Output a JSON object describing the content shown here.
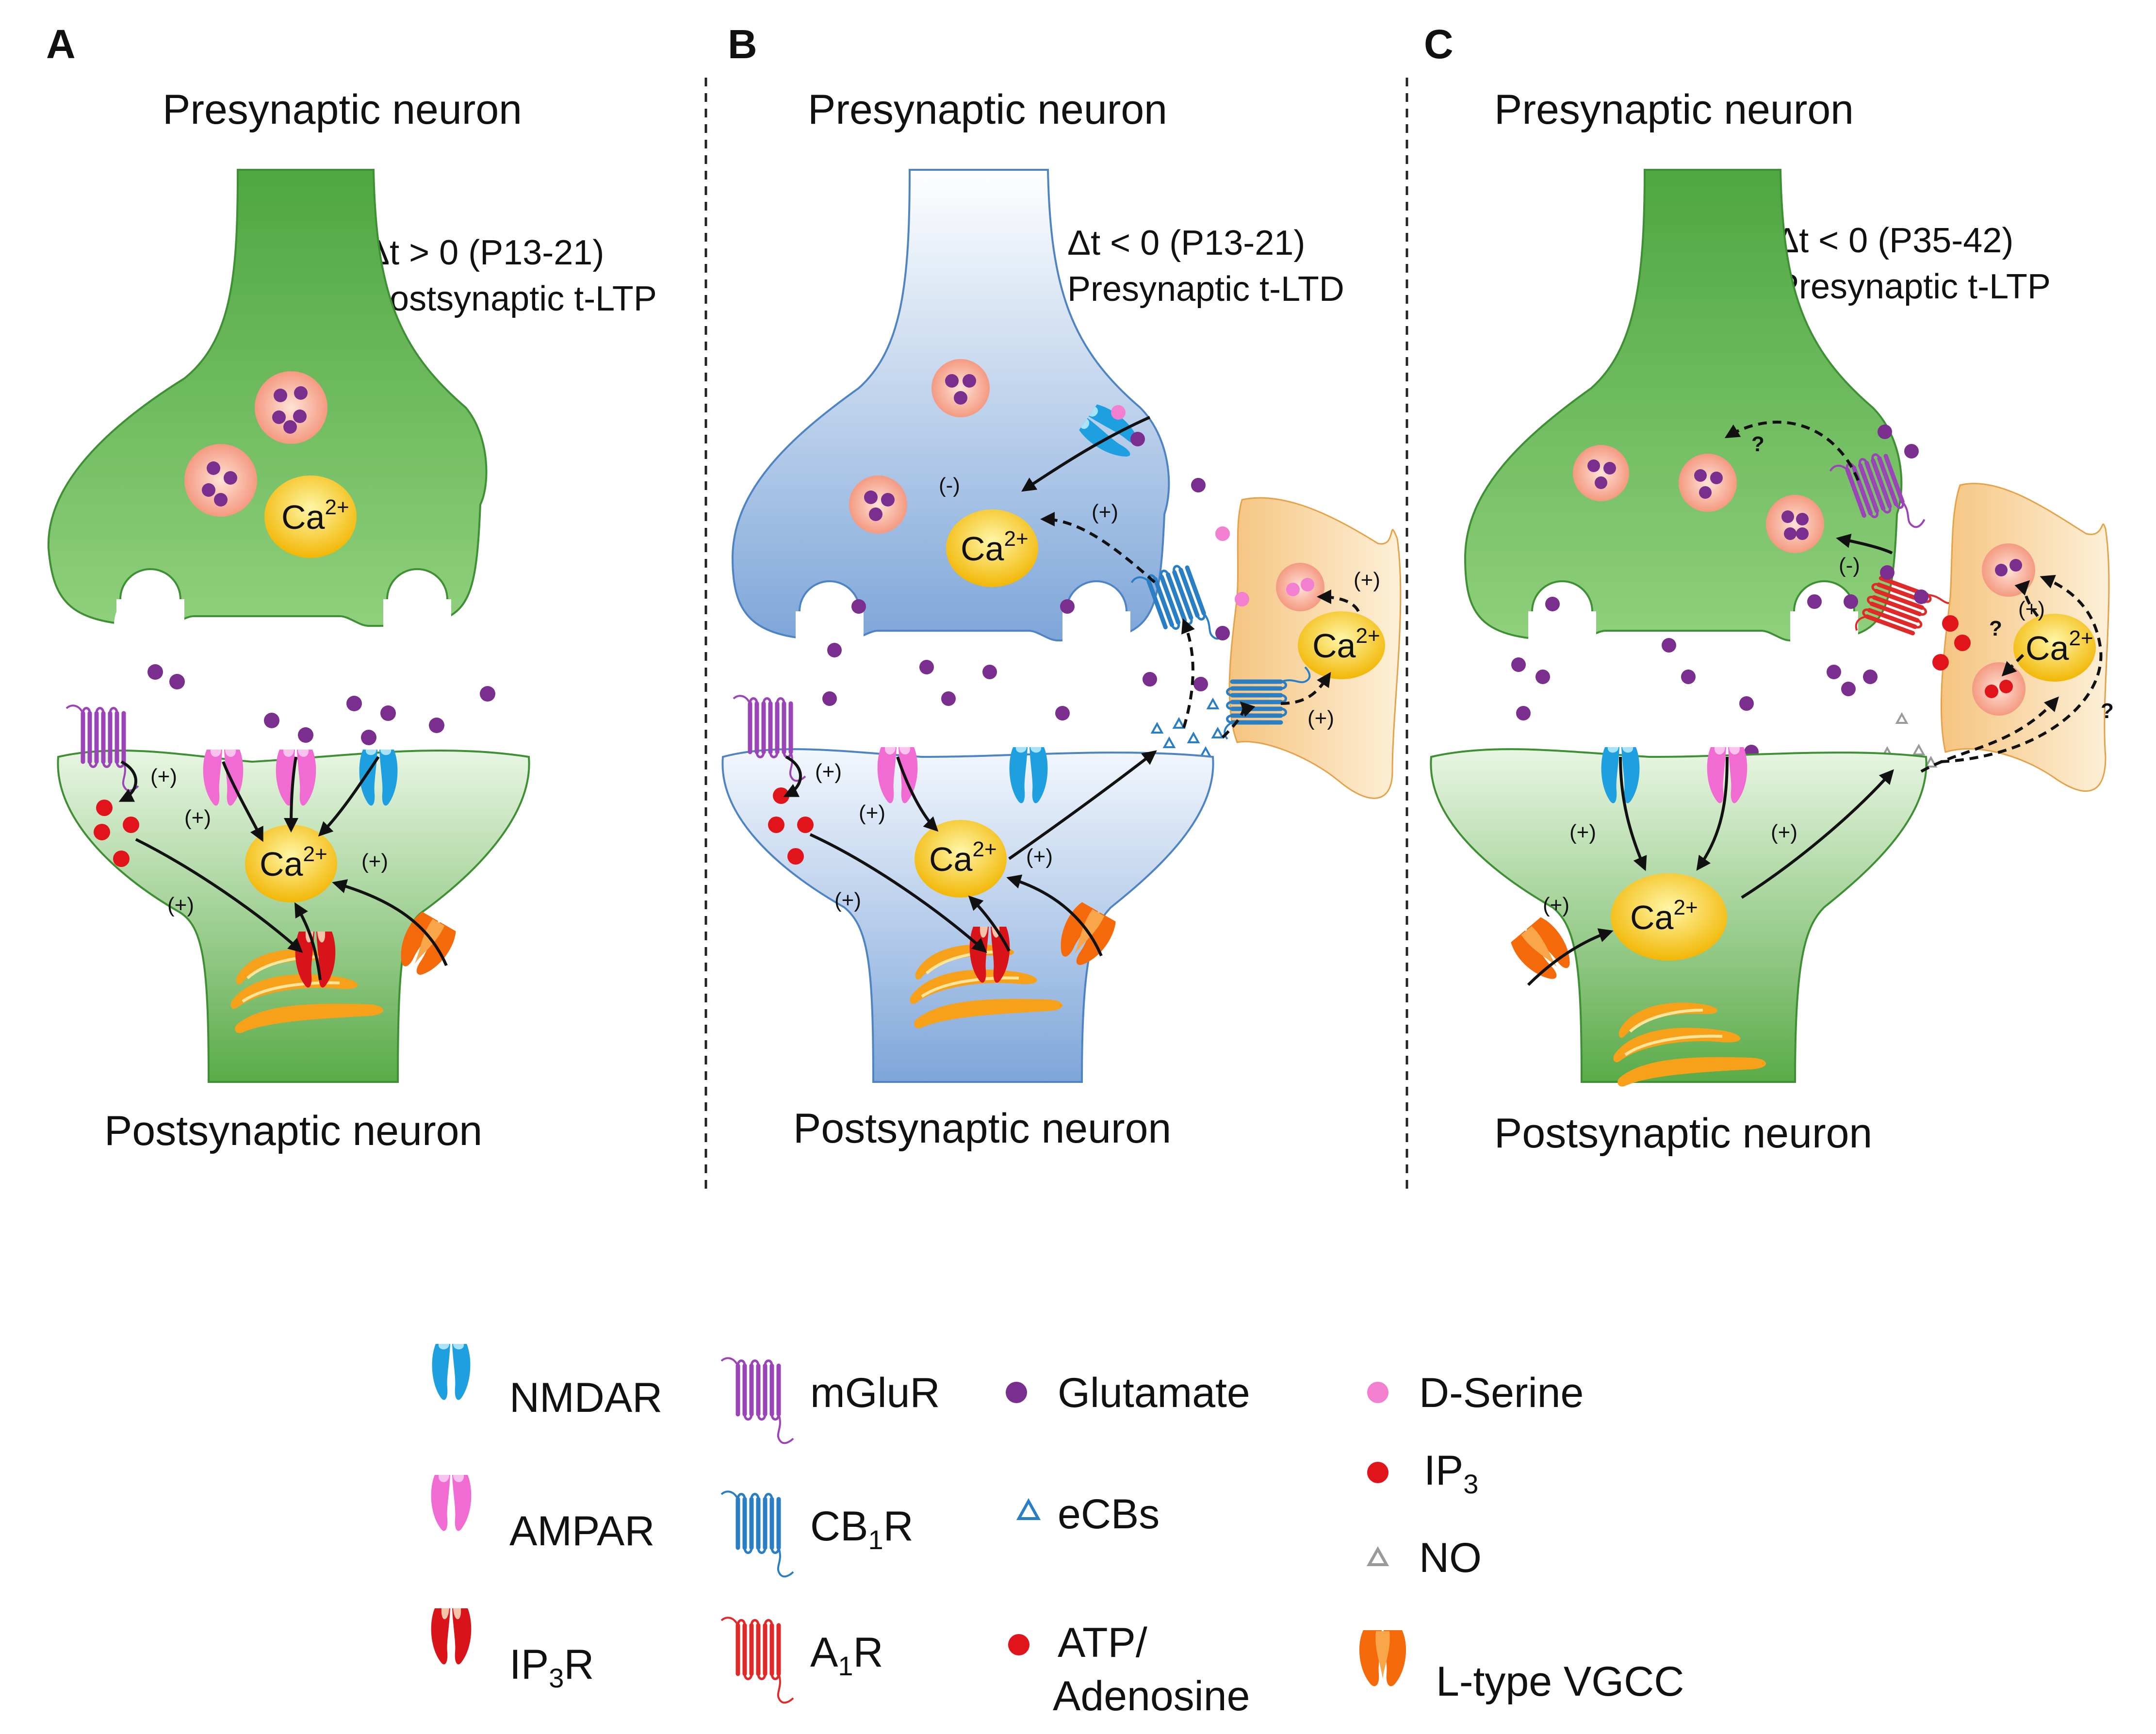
{
  "figure": {
    "panels": [
      {
        "letter": "A",
        "pre_label": "Presynaptic neuron",
        "post_label": "Postsynaptic neuron",
        "condition": "Δt > 0 (P13-21)",
        "mechanism": "Postsynaptic t-LTP"
      },
      {
        "letter": "B",
        "pre_label": "Presynaptic neuron",
        "post_label": "Postsynaptic neuron",
        "condition": "Δt < 0 (P13-21)",
        "mechanism": "Presynaptic t-LTD"
      },
      {
        "letter": "C",
        "pre_label": "Presynaptic neuron",
        "post_label": "Postsynaptic neuron",
        "condition": "Δt < 0 (P35-42)",
        "mechanism": "Presynaptic t-LTP"
      }
    ],
    "calcium": "Ca",
    "calcium_charge": "2+",
    "plus": "(+)",
    "minus": "(-)",
    "question": "?"
  },
  "legend": {
    "nmdar": "NMDAR",
    "ampar": "AMPAR",
    "ip3r_main": "IP",
    "ip3r_sub": "3",
    "ip3r_tail": "R",
    "mglur": "mGluR",
    "cb1r_main": "CB",
    "cb1r_sub": "1",
    "cb1r_tail": "R",
    "a1r_main": "A",
    "a1r_sub": "1",
    "a1r_tail": "R",
    "glutamate": "Glutamate",
    "ecbs": "eCBs",
    "atp_line1": "ATP/",
    "atp_line2": "Adenosine",
    "dserine": "D-Serine",
    "ip3_main": "IP",
    "ip3_sub": "3",
    "no": "NO",
    "vgcc": "L-type VGCC"
  },
  "colors": {
    "neuron_green": "#6fb85a",
    "neuron_blue": "#8fb2de",
    "astrocyte": "#f6c887",
    "calcium": "#f5c21a",
    "glutamate": "#7a2e8e",
    "dserine": "#f27fd0",
    "ip3": "#e0141a",
    "nmdar": "#2aa8e0",
    "ampar": "#f06cd2",
    "ip3r": "#d8141a",
    "vgcc": "#f47a10",
    "mglur": "#9a44b8",
    "cb1r": "#2a7fc4",
    "a1r": "#e02a2a",
    "no": "#9a9a9a"
  }
}
